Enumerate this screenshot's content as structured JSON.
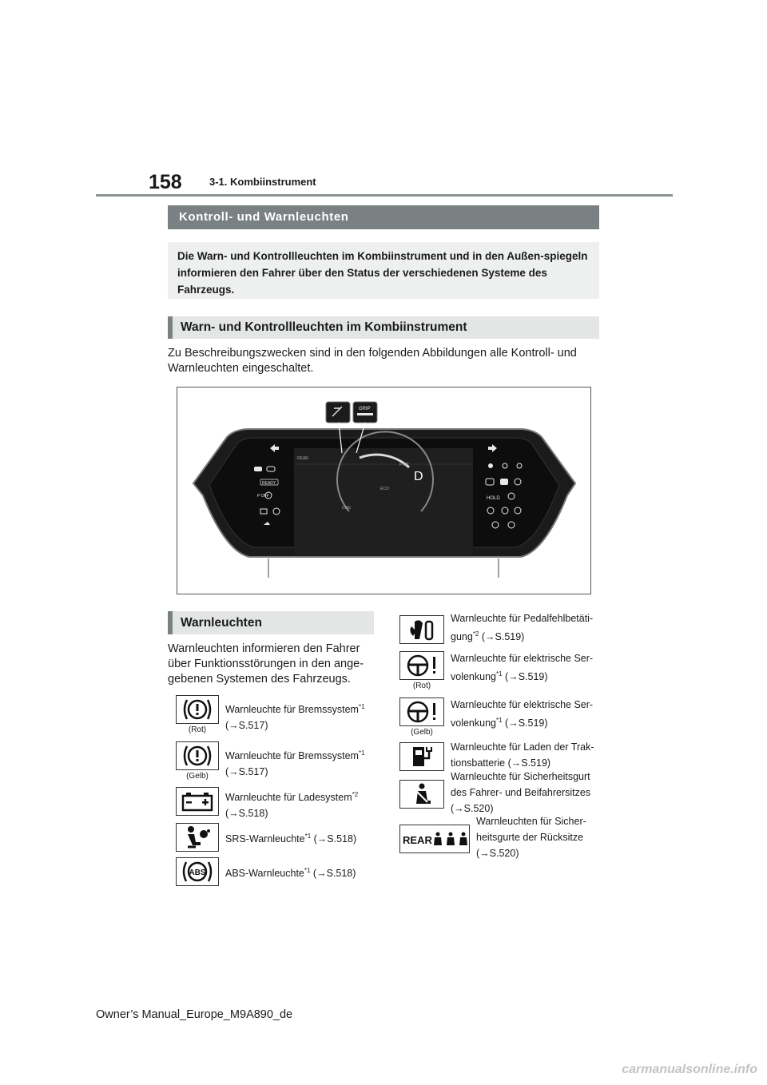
{
  "header": {
    "page_number": "158",
    "section": "3-1. Kombiinstrument"
  },
  "section_title": "Kontroll- und Warnleuchten",
  "intro": "Die Warn- und Kontrollleuchten im Kombiinstrument und in den Außen-spiegeln informieren den Fahrer über den Status der verschiedenen Systeme des Fahrzeugs.",
  "subsection1_title": "Warn- und Kontrollleuchten im Kombiinstrument",
  "subsection1_text": "Zu Beschreibungszwecken sind in den folgenden Abbildungen alle Kontroll- und Warnleuchten eingeschaltet.",
  "figure": {
    "callout_right": "GRIP",
    "display": {
      "rear_label": "REAR",
      "gear": "D",
      "eco": "ECO",
      "pwr": "PWR",
      "chg": "CHG",
      "ready": "READY",
      "hold": "HOLD",
      "p_off": "P OFF",
      "off": "OFF"
    }
  },
  "warn_title": "Warnleuchten",
  "warn_text": "Warnleuchten informieren den Fahrer über Funktionsstörungen in den ange-gebenen Systemen des Fahrzeugs.",
  "left_items": [
    {
      "icon": "brake-warning-icon",
      "caption": "(Rot)",
      "text": "Warnleuchte für Bremssystem",
      "sup": "*1",
      "ref": "(→S.517)"
    },
    {
      "icon": "brake-warning-icon",
      "caption": "(Gelb)",
      "text": "Warnleuchte für Bremssystem",
      "sup": "*1",
      "ref": "(→S.517)"
    },
    {
      "icon": "battery-icon",
      "caption": "",
      "text": "Warnleuchte für Ladesystem",
      "sup": "*2",
      "ref": "(→S.518)"
    },
    {
      "icon": "srs-airbag-icon",
      "caption": "",
      "text": "SRS-Warnleuchte",
      "sup": "*1",
      "ref": " (→S.518)"
    },
    {
      "icon": "abs-icon",
      "caption": "",
      "text": "ABS-Warnleuchte",
      "sup": "*1",
      "ref": " (→S.518)"
    }
  ],
  "right_items": [
    {
      "icon": "pedal-misoperation-icon",
      "caption": "",
      "line1": "Warnleuchte für Pedalfehlbetäti-",
      "line2": "gung",
      "sup": "*2",
      "ref": " (→S.519)"
    },
    {
      "icon": "steering-warning-icon",
      "caption": "(Rot)",
      "line1": "Warnleuchte für elektrische Ser-",
      "line2": "volenkung",
      "sup": "*1",
      "ref": " (→S.519)"
    },
    {
      "icon": "steering-warning-icon",
      "caption": "(Gelb)",
      "line1": "Warnleuchte für elektrische Ser-",
      "line2": "volenkung",
      "sup": "*1",
      "ref": " (→S.519)"
    },
    {
      "icon": "charging-plug-icon",
      "caption": "",
      "line1": "Warnleuchte für Laden der Trak-",
      "line2": "tionsbatterie (→S.519)",
      "sup": "",
      "ref": ""
    },
    {
      "icon": "seatbelt-icon",
      "caption": "",
      "line1": "Warnleuchte für Sicherheitsgurt",
      "line2": "des Fahrer- und Beifahrersitzes",
      "line3": "(→S.520)"
    },
    {
      "icon": "rear-seatbelt-icon",
      "caption": "",
      "label": "REAR",
      "line1": "Warnleuchten für Sicher-",
      "line2": "heitsgurte der Rücksitze",
      "line3": "(→S.520)"
    }
  ],
  "footer": "Owner’s Manual_Europe_M9A890_de",
  "watermark": "carmanualsonline.info"
}
